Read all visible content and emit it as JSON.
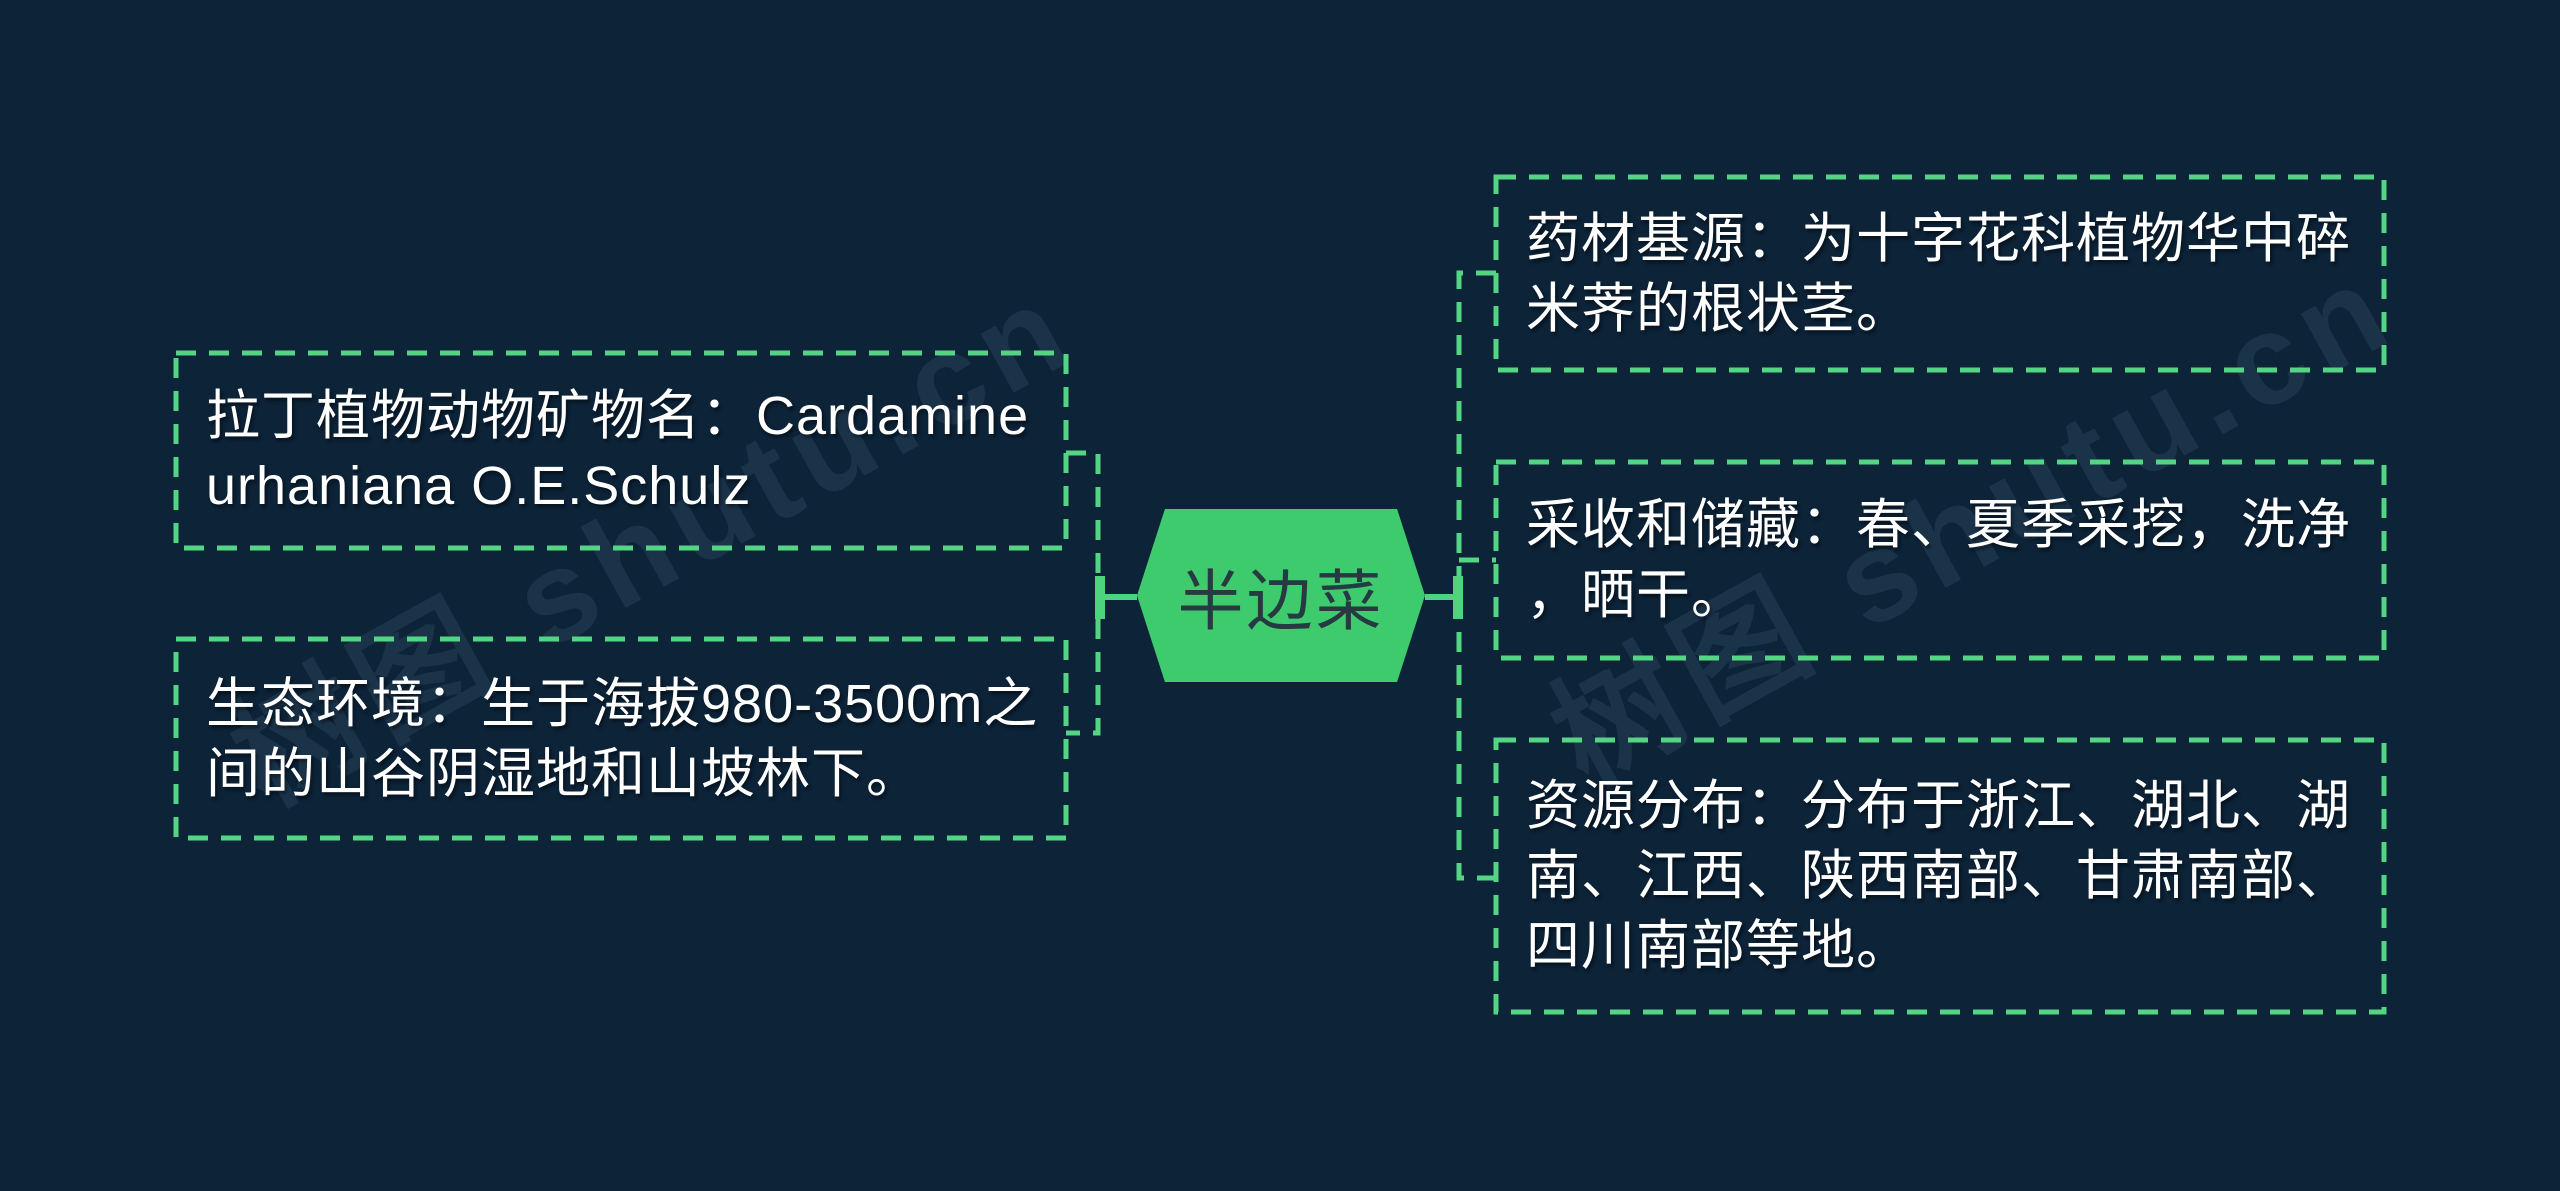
{
  "watermark": {
    "text": "树图 shutu.cn"
  },
  "root": {
    "label": "半边菜"
  },
  "nodes": {
    "left": [
      {
        "name": "latin-name",
        "text": "拉丁植物动物矿物名：Cardamine\nurhaniana O.E.Schulz"
      },
      {
        "name": "ecology",
        "text": "生态环境：生于海拔980-3500m之\n间的山谷阴湿地和山坡林下。"
      }
    ],
    "right": [
      {
        "name": "medicinal-source",
        "text": "药材基源：为十字花科植物华中碎\n米荠的根状茎。"
      },
      {
        "name": "harvest-storage",
        "text": "采收和储藏：春、夏季采挖，洗净\n，晒干。"
      },
      {
        "name": "resource-distribution",
        "text": "资源分布：分布于浙江、湖北、湖\n南、江西、陕西南部、甘肃南部、\n四川南部等地。"
      }
    ]
  },
  "colors": {
    "background": "#0c2338",
    "dash_green": "#53d584",
    "root_fill": "#3ecb6e",
    "root_text": "#263a42",
    "node_text": "#ffffff",
    "watermark": "rgba(170,198,224,0.10)"
  }
}
